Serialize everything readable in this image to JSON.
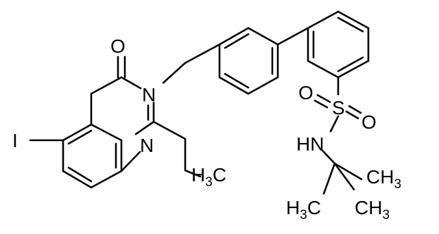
{
  "molecule": {
    "atoms": {
      "iodine": "I",
      "carbonyl_oxygen": "O",
      "ring_nitrogen_3": "N",
      "ring_nitrogen_1": "N",
      "sulfonyl_sulfur": "S",
      "sulfonyl_oxygen_top": "O",
      "sulfonyl_oxygen_bottom": "O",
      "amide_nh": "HN"
    },
    "groups": {
      "propyl_methyl": {
        "main": "H",
        "subscript": "3",
        "tail": "C"
      },
      "tbutyl_methyl_right": {
        "main": "CH",
        "subscript": "3"
      },
      "tbutyl_methyl_left": {
        "main": "H",
        "subscript": "3",
        "tail": "C"
      },
      "tbutyl_methyl_bottom": {
        "main": "CH",
        "subscript": "3"
      }
    }
  }
}
